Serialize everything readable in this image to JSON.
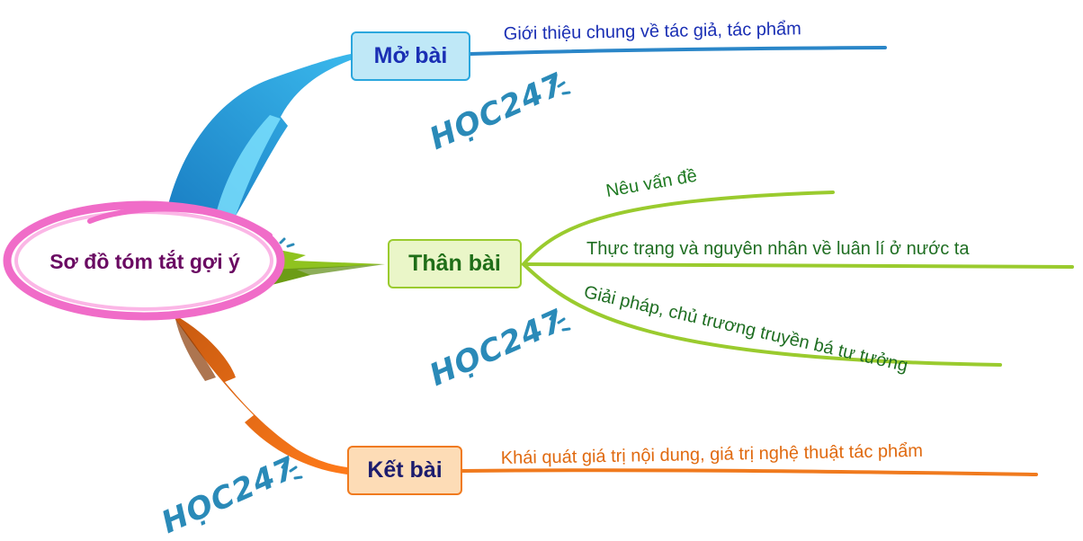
{
  "diagram": {
    "center": {
      "label": "Sơ đồ tóm tắt gợi ý",
      "color": "#6a0a62"
    },
    "branches": [
      {
        "id": "mo-bai",
        "label": "Mở bài",
        "color": "#2aa6dd",
        "leaves": [
          "Giới thiệu chung về tác giả, tác phẩm"
        ]
      },
      {
        "id": "than-bai",
        "label": "Thân bài",
        "color": "#9acb2e",
        "leaves": [
          "Nêu vấn đề",
          "Thực trạng và nguyên nhân về luân lí ở nước ta",
          "Giải pháp, chủ trương truyền bá tư tưởng"
        ]
      },
      {
        "id": "ket-bai",
        "label": "Kết bài",
        "color": "#f07a1e",
        "leaves": [
          "Khái quát giá trị nội dung, giá trị nghệ thuật tác phẩm"
        ]
      }
    ],
    "watermark": "HỌC247"
  }
}
